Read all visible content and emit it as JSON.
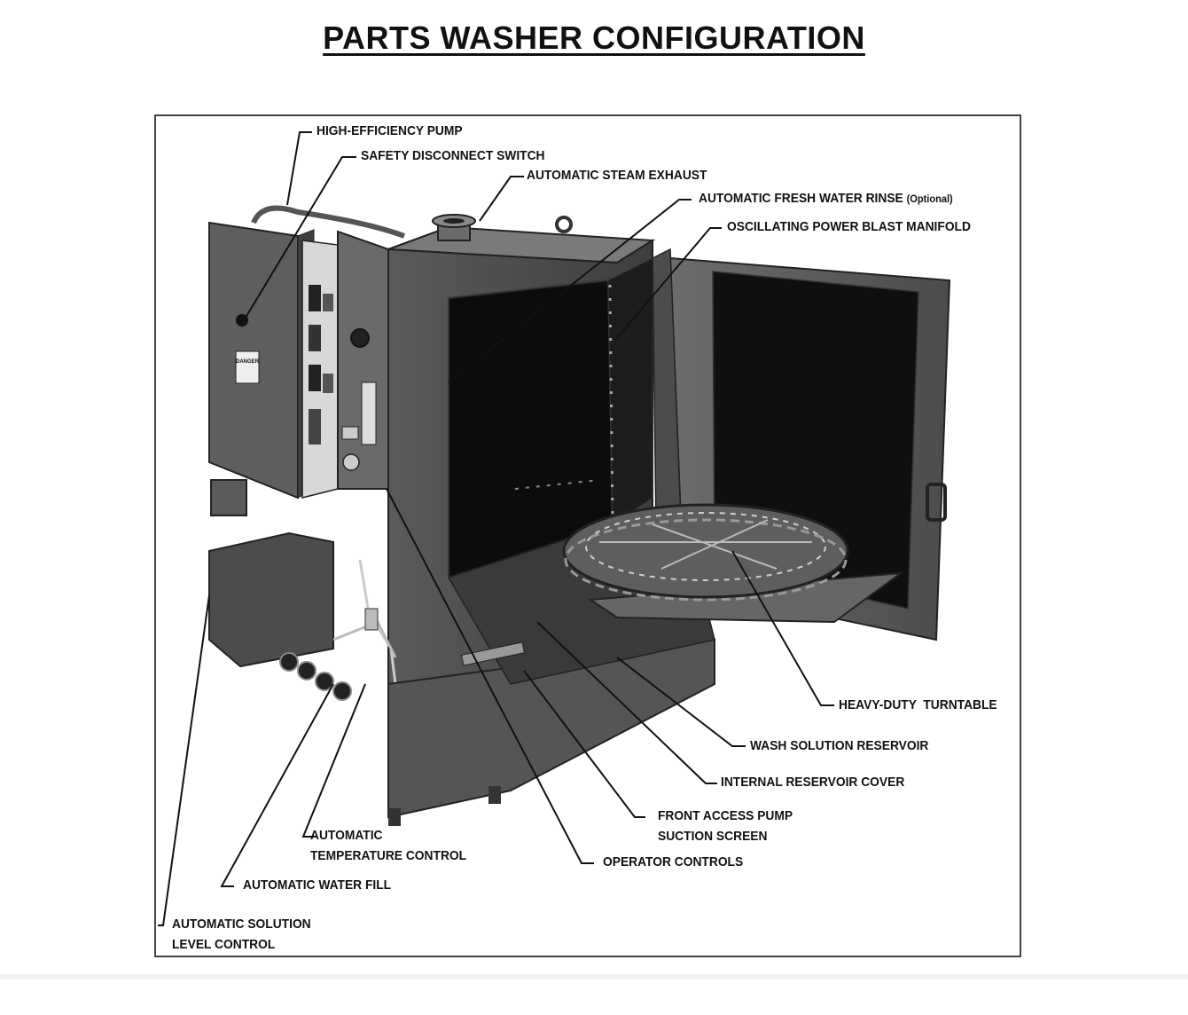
{
  "title": "PARTS WASHER CONFIGURATION",
  "labels": {
    "pump": "HIGH-EFFICIENCY PUMP",
    "safety_switch": "SAFETY DISCONNECT SWITCH",
    "steam_exhaust": "AUTOMATIC STEAM EXHAUST",
    "fresh_water_rinse": "AUTOMATIC FRESH WATER RINSE",
    "fresh_water_rinse_note": "(Optional)",
    "blast_manifold": "OSCILLATING POWER BLAST MANIFOLD",
    "turntable": "HEAVY-DUTY  TURNTABLE",
    "wash_reservoir": "WASH SOLUTION RESERVOIR",
    "reservoir_cover": "INTERNAL RESERVOIR COVER",
    "suction_screen_line1": "FRONT ACCESS PUMP",
    "suction_screen_line2": "SUCTION SCREEN",
    "operator_controls": "OPERATOR CONTROLS",
    "temp_control_line1": "AUTOMATIC",
    "temp_control_line2": "TEMPERATURE CONTROL",
    "water_fill": "AUTOMATIC WATER FILL",
    "solution_level_line1": "AUTOMATIC SOLUTION",
    "solution_level_line2": "LEVEL CONTROL",
    "caution_tag": "DANGER"
  }
}
